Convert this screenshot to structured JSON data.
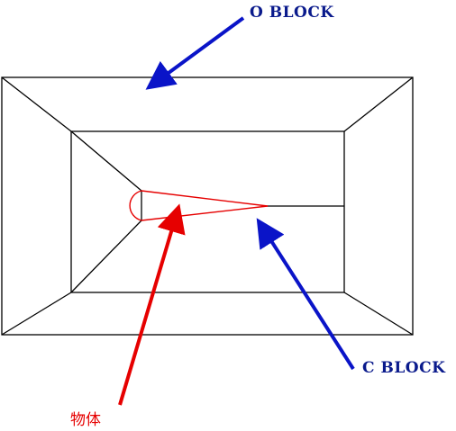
{
  "labels": {
    "o_block": "O  BLOCK",
    "c_block": "C  BLOCK",
    "object": "物体"
  },
  "colors": {
    "frame": "#000000",
    "blue_arrow": "#0a14c8",
    "red": "#e60000",
    "blue_label": "#0a1a8c"
  }
}
